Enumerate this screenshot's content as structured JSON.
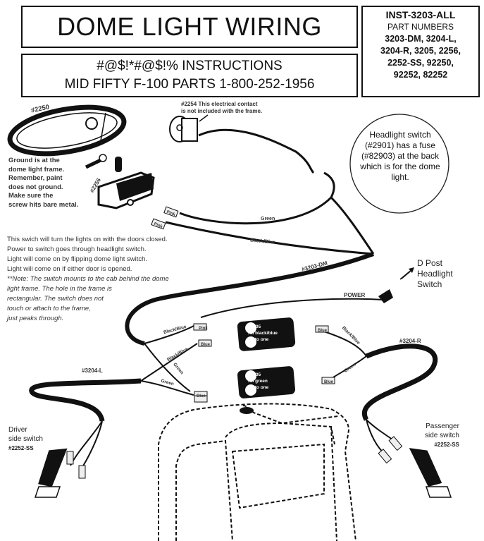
{
  "header": {
    "title": "DOME LIGHT WIRING",
    "subtitle_line1": "#@$!*#@$!% INSTRUCTIONS",
    "subtitle_line2": "MID FIFTY F-100 PARTS 1-800-252-1956"
  },
  "parts_box": {
    "instruction_id": "INST-3203-ALL",
    "label": "PART NUMBERS",
    "numbers": [
      "3203-DM, 3204-L,",
      "3204-R, 3205, 2256,",
      "2252-SS, 92250,",
      "92252, 82252"
    ]
  },
  "fuse_note": "Headlight switch (#2901) has a fuse (#82903) at the back which is for the dome light.",
  "parts": {
    "dome_frame": "#2250",
    "contact": "#2254",
    "contact_note_1": "This electrical contact",
    "contact_note_2": "is not included with the frame.",
    "switch": "#2256",
    "harness_dm": "#3203-DM",
    "harness_l": "#3204-L",
    "harness_r": "#3204-R"
  },
  "ground_note": [
    "Ground is at the",
    "dome light frame.",
    "Remember, paint",
    "does not ground.",
    "Make sure the",
    "screw hits bare metal."
  ],
  "switch_notes": [
    "This swich will turn the lights on with the doors closed.",
    "Power to switch goes through headlight switch.",
    "Light will come on by flipping dome light switch.",
    "Light will come on if either door is opened."
  ],
  "mount_note": [
    "**Note: The switch mounts to the cab behind the dome",
    "light frame. The hole in the frame is",
    "rectangular. The switch does not",
    "touch or attach to the frame,",
    "just peaks through."
  ],
  "d_post": [
    "D Post",
    "Headlight",
    "Switch"
  ],
  "power_label": "POWER",
  "wire_labels": {
    "green": "Green",
    "black_blue": "Black/Blue"
  },
  "connector_labels": {
    "pink": "Pink",
    "blue": "Blue"
  },
  "junction_1": [
    "#3205",
    "All black/blue",
    "go to one"
  ],
  "junction_2": [
    "#3205",
    "All green",
    "go to one"
  ],
  "driver": [
    "Driver",
    "side switch",
    "#2252-SS"
  ],
  "passenger": [
    "Passenger",
    "side switch",
    "#2252-SS"
  ]
}
